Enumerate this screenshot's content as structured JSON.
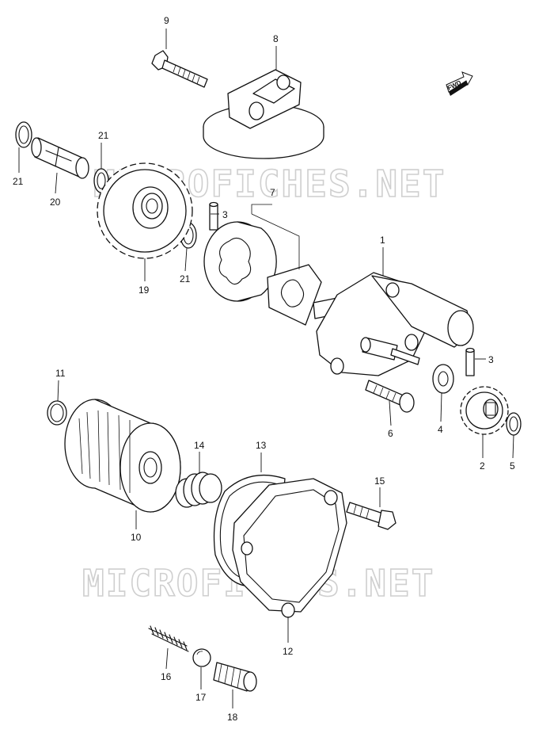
{
  "watermark": {
    "upper": "MICROFICHES.NET",
    "lower": "MICROFICHES.NET"
  },
  "direction_badge": {
    "text": "FWD"
  },
  "callouts": {
    "p1": "1",
    "p2": "2",
    "p3a": "3",
    "p3b": "3",
    "p4": "4",
    "p5": "5",
    "p6": "6",
    "p7": "7",
    "p8": "8",
    "p9": "9",
    "p10": "10",
    "p11": "11",
    "p12": "12",
    "p13": "13",
    "p14": "14",
    "p15": "15",
    "p16": "16",
    "p17": "17",
    "p18": "18",
    "p19": "19",
    "p20": "20",
    "p21a": "21",
    "p21b": "21",
    "p21c": "21"
  }
}
